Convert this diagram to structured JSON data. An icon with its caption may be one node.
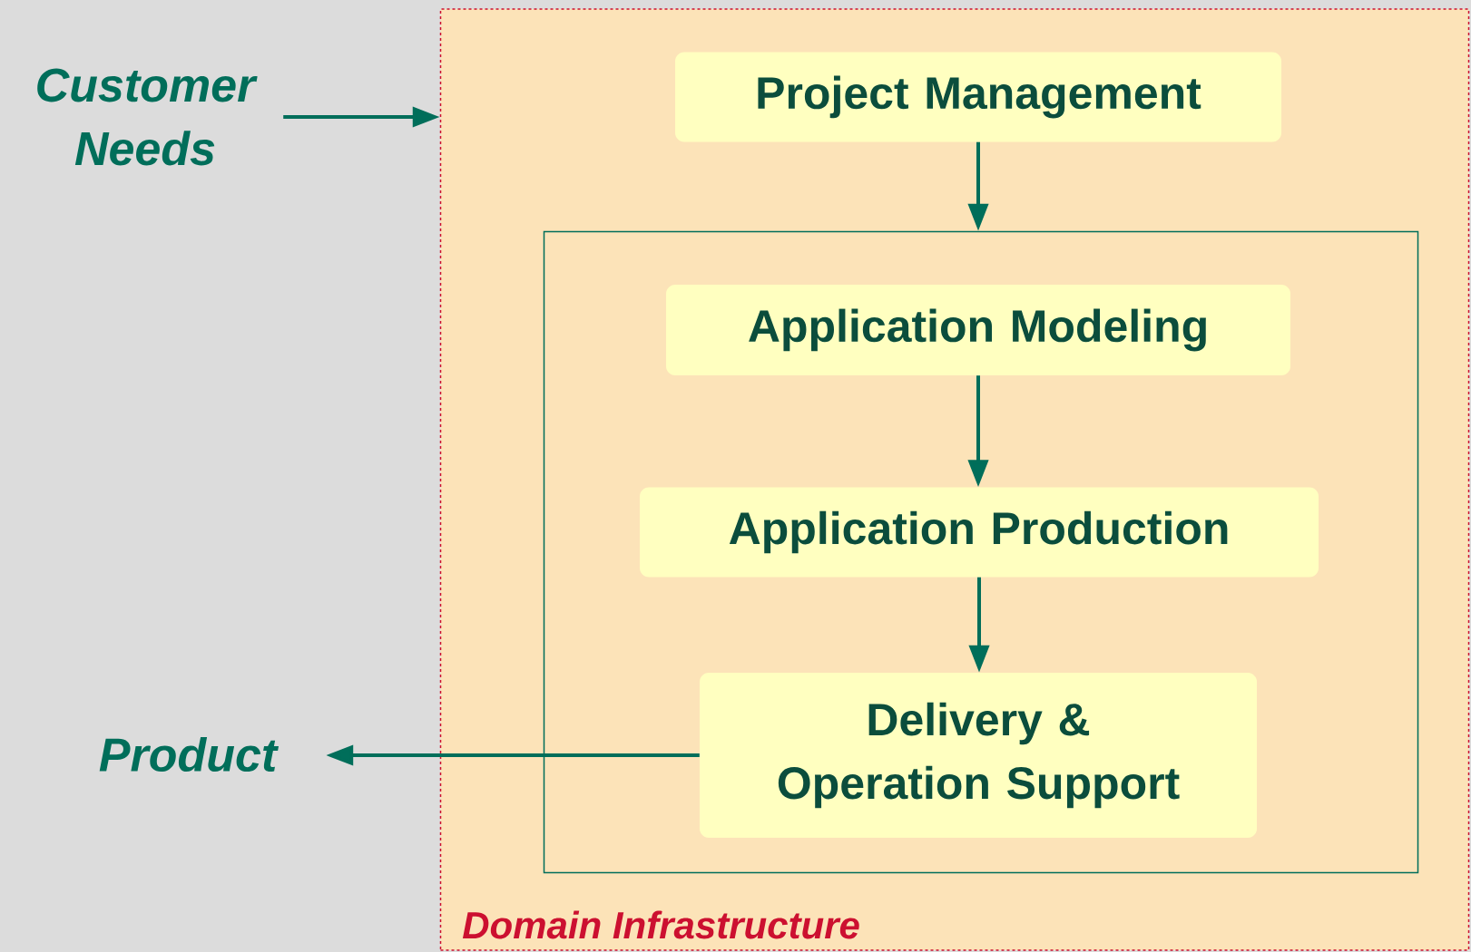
{
  "diagram": {
    "nodes": [
      {
        "text": [
          "Domain Infrastructure"
        ]
      },
      {
        "text": [
          "Customer Needs"
        ]
      },
      {
        "text": [
          "Product"
        ]
      },
      {
        "text": [
          "Project Management"
        ],
        "in": 0
      },
      {
        "text": [],
        "shape": "box",
        "in": 0
      },
      {
        "text": [
          "Application Modeling"
        ],
        "in": 4
      },
      {
        "text": [
          "Application Production"
        ],
        "in": 4
      },
      {
        "text": [
          "Delivery & Operation Support"
        ],
        "in": 4
      }
    ],
    "edges": [
      {
        "from": 1,
        "to": 0,
        "arrow": "to"
      },
      {
        "from": 3,
        "to": 4,
        "arrow": "to"
      },
      {
        "from": 5,
        "to": 6,
        "arrow": "to"
      },
      {
        "from": 6,
        "to": 7,
        "arrow": "to"
      },
      {
        "from": 7,
        "to": 2,
        "arrow": "to"
      }
    ]
  }
}
